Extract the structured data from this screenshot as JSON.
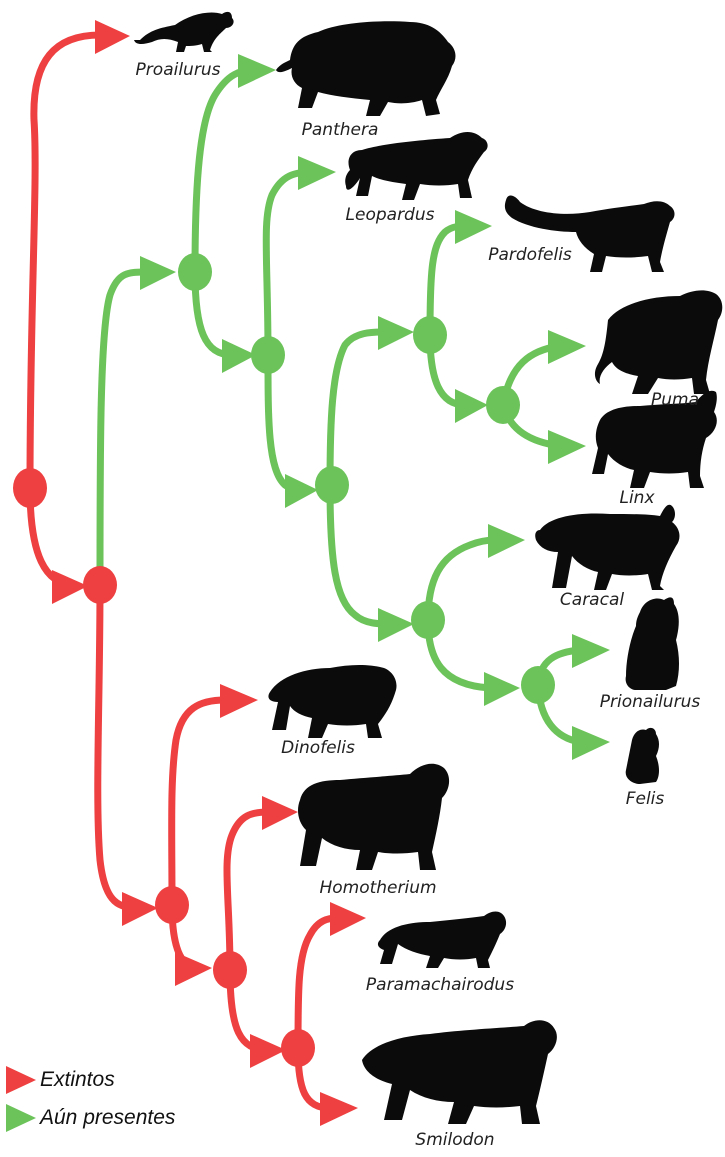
{
  "colors": {
    "extinct": "#ee4040",
    "present": "#6cc35a",
    "silhouette": "#0b0b0b"
  },
  "taxa": {
    "proailurus": "Proailurus",
    "panthera": "Panthera",
    "leopardus": "Leopardus",
    "pardofelis": "Pardofelis",
    "puma": "Puma",
    "linx": "Linx",
    "caracal": "Caracal",
    "prionailurus": "Prionailurus",
    "felis": "Felis",
    "dinofelis": "Dinofelis",
    "homotherium": "Homotherium",
    "paramachairodus": "Paramachairodus",
    "smilodon": "Smilodon"
  },
  "legend": {
    "extinct": "Extintos",
    "present": "Aún presentes"
  }
}
